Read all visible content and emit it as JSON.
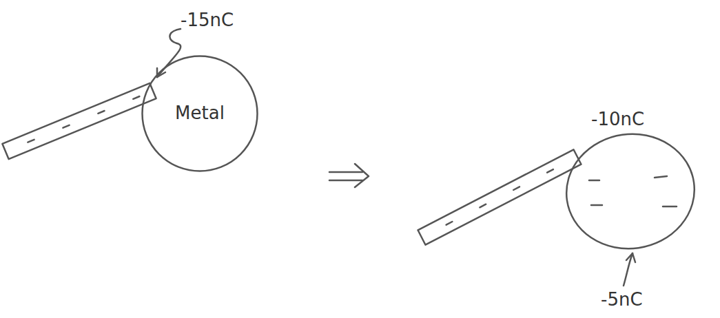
{
  "diagram": {
    "nodes": [
      {
        "text": [
          "Metal"
        ]
      }
    ],
    "labels": [
      "-15nC",
      "-10nC",
      "-5nC"
    ]
  }
}
